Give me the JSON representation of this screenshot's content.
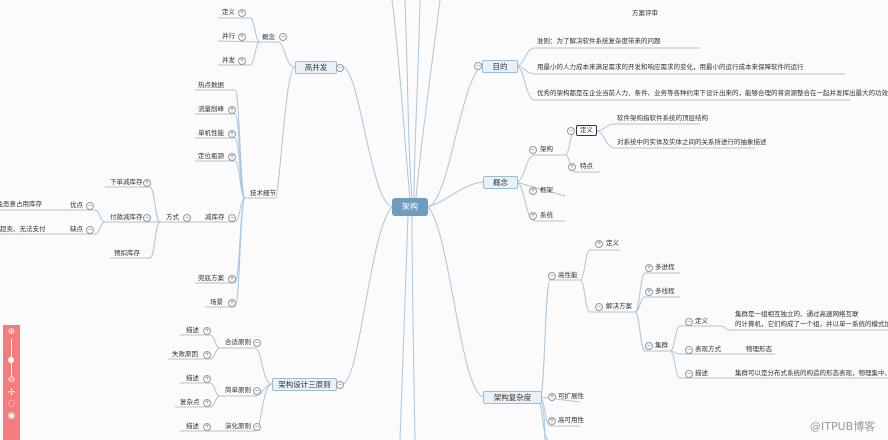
{
  "center": "架构",
  "right": {
    "top_cut": "方案评审",
    "purpose": {
      "label": "目的",
      "items": [
        "准则：为了解决软件系统复杂度带来的问题",
        "用最小的人力成本来满足需求的开发和响应需求的变化，用最小的运行成本来保障软件的运行",
        "优秀的架构都是在企业当前人力、条件、业务等各种约束下设计出来的，能够合理的将资源整合在一起并发挥出最大的功效"
      ]
    },
    "concept": {
      "label": "概念",
      "arch": "架构",
      "definition": "定义",
      "def_items": [
        "软件架构指软件系统的顶层结构",
        "对系统中的实体及实体之间的关系所进行的抽象描述"
      ],
      "feature": "特点",
      "framework": "框架",
      "system": "系统"
    },
    "complexity": {
      "label": "架构复杂度",
      "high_perf": "高性能",
      "definition": "定义",
      "solution": "解决方案",
      "multi_process": "多进程",
      "multi_thread": "多线程",
      "cluster": "集群",
      "cluster_def": "定义",
      "cluster_def_text1": "集群是一组相互独立的、通过高速网络互联",
      "cluster_def_text2": "的计算机，它们构成了一个组，并以单一系统的模式加以管理",
      "form": "表现方式",
      "form_text": "物理形态",
      "desc": "描述",
      "desc_text": "集群可以是分布式系统的构造的形态表现，物理集中、统一管理",
      "scalability": "可扩展性",
      "availability": "高可用性"
    }
  },
  "left": {
    "high_concurrency": {
      "label": "高并发",
      "concept": "概念",
      "definition": "定义",
      "parallel": "并行",
      "concurrent": "并发",
      "tech": "技术细节",
      "hot_data": "热点数据",
      "peak_shaving": "流量削峰",
      "single_perf": "单机性能",
      "bottleneck": "定位瓶颈",
      "reduce_stock": "减库存",
      "method": "方式",
      "order_reduce": "下单减库存",
      "pay_reduce": "付款减库存",
      "pros": "优点",
      "pros_text": "避免恶意占用库存",
      "cons": "缺点",
      "cons_text": "超卖、无法支付",
      "prededuct": "预扣库存",
      "plan": "兜底方案",
      "scene": "场景"
    },
    "principles": {
      "label": "架构设计三原则",
      "suitable": "合适原则",
      "desc1": "描述",
      "fail_reason": "失败原因",
      "simple": "简单原则",
      "desc2": "描述",
      "complex_point": "复杂点",
      "evolution": "演化原则",
      "desc3": "描述"
    }
  },
  "watermark": "@ITPUB博客",
  "colors": {
    "center": "#6f9bbd",
    "line": "#a9c6de",
    "zoom_panel": "#f47c7c"
  }
}
